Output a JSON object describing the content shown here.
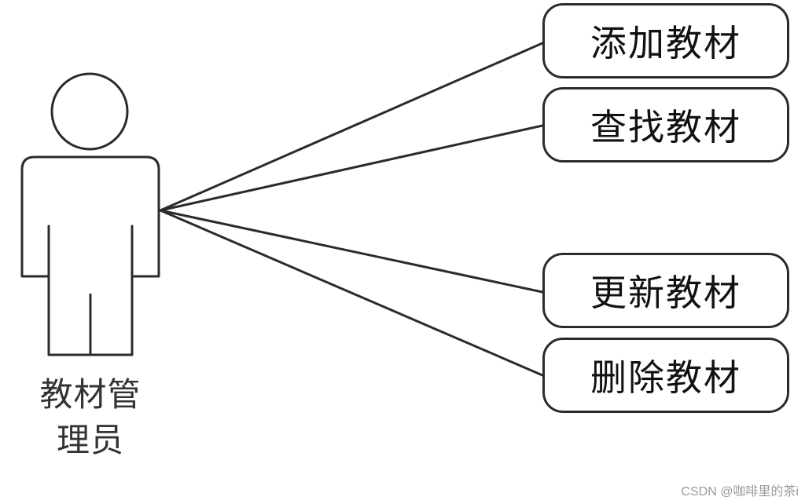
{
  "actor": {
    "label_line1": "教材管",
    "label_line2": "理员"
  },
  "use_cases": [
    {
      "label": "添加教材"
    },
    {
      "label": "查找教材"
    },
    {
      "label": "更新教材"
    },
    {
      "label": "删除教材"
    }
  ],
  "watermark": "CSDN @咖啡里的茶i",
  "colors": {
    "stroke": "#2b2b2b",
    "text": "#111111",
    "background": "#ffffff"
  }
}
